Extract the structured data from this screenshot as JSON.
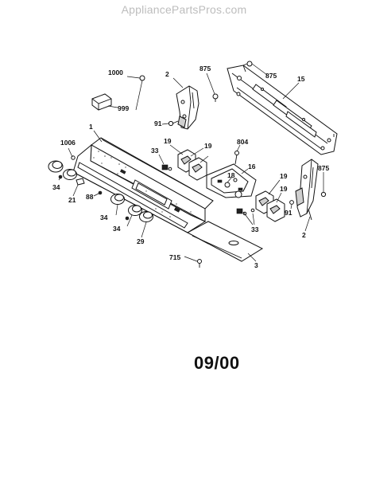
{
  "header": {
    "watermark": "AppliancePartsPros.com"
  },
  "footer": {
    "date_code": "09/00"
  },
  "callouts": [
    {
      "id": "c1000",
      "label": "1000"
    },
    {
      "id": "c999",
      "label": "999"
    },
    {
      "id": "c2a",
      "label": "2"
    },
    {
      "id": "c875a",
      "label": "875"
    },
    {
      "id": "c875b",
      "label": "875"
    },
    {
      "id": "c15",
      "label": "15"
    },
    {
      "id": "c91a",
      "label": "91"
    },
    {
      "id": "c1",
      "label": "1"
    },
    {
      "id": "c1006",
      "label": "1006"
    },
    {
      "id": "c19a",
      "label": "19"
    },
    {
      "id": "c19b",
      "label": "19"
    },
    {
      "id": "c804",
      "label": "804"
    },
    {
      "id": "c33a",
      "label": "33"
    },
    {
      "id": "c16",
      "label": "16"
    },
    {
      "id": "c18",
      "label": "18"
    },
    {
      "id": "c875c",
      "label": "875"
    },
    {
      "id": "c19c",
      "label": "19"
    },
    {
      "id": "c19d",
      "label": "19"
    },
    {
      "id": "c34a",
      "label": "34"
    },
    {
      "id": "c21",
      "label": "21"
    },
    {
      "id": "c88",
      "label": "88"
    },
    {
      "id": "c91b",
      "label": "91"
    },
    {
      "id": "c34b",
      "label": "34"
    },
    {
      "id": "c34c",
      "label": "34"
    },
    {
      "id": "c33b",
      "label": "33"
    },
    {
      "id": "c2b",
      "label": "2"
    },
    {
      "id": "c29",
      "label": "29"
    },
    {
      "id": "c715",
      "label": "715"
    },
    {
      "id": "c3",
      "label": "3"
    }
  ]
}
